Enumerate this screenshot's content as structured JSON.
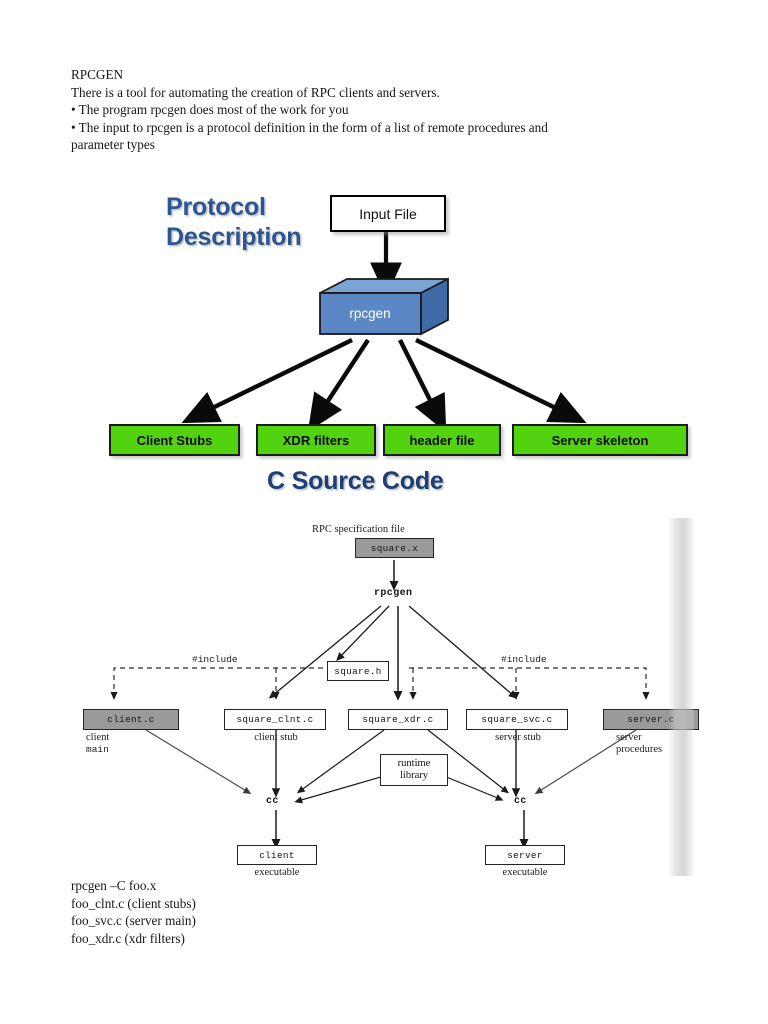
{
  "document": {
    "intro": {
      "heading": "RPCGEN",
      "lines": [
        "There is a tool for automating the creation of RPC clients and servers.",
        "• The program rpcgen does most of the work for you",
        "• The input to rpcgen is a protocol definition in the form of a list of remote procedures and",
        "parameter types"
      ]
    },
    "listing": {
      "lines": [
        "rpcgen –C foo.x",
        "foo_clnt.c (client stubs)",
        "foo_svc.c (server main)",
        "foo_xdr.c (xdr filters)"
      ]
    }
  },
  "diagram_one": {
    "title_left": "Protocol",
    "title_left_2": "Description",
    "title_bottom": "C Source Code",
    "input_file": "Input File",
    "processor": "rpcgen",
    "outputs": [
      "Client Stubs",
      "XDR filters",
      "header file",
      "Server skeleton"
    ],
    "colors": {
      "blue_text": "#2e5590",
      "navy_text": "#1f3f73",
      "green_box": "#53d310",
      "processor_front": "#5b88c4",
      "processor_top": "#7ba3d6",
      "processor_side": "#3f6ba6"
    }
  },
  "diagram_two": {
    "spec_caption": "RPC specification file",
    "spec_file": "square.x",
    "generator": "rpcgen",
    "include_left": "#include",
    "include_right": "#include",
    "header_file": "square.h",
    "nodes": [
      {
        "name": "client.c",
        "caption": "client\nmain",
        "shaded": true
      },
      {
        "name": "square_clnt.c",
        "caption": "client stub",
        "shaded": false
      },
      {
        "name": "square_xdr.c",
        "caption": "",
        "shaded": false
      },
      {
        "name": "square_svc.c",
        "caption": "server stub",
        "shaded": false
      },
      {
        "name": "server.c",
        "caption": "server\nprocedures",
        "shaded": true
      }
    ],
    "runtime_library_line1": "runtime",
    "runtime_library_line2": "library",
    "compiler_left": "cc",
    "compiler_right": "cc",
    "client_executable": "client",
    "client_executable_caption": "executable",
    "server_executable": "server",
    "server_executable_caption": "executable",
    "captions": {
      "client_main_1": "client",
      "client_main_2": "main",
      "client_stub": "client stub",
      "server_stub": "server stub",
      "server_proc_1": "server",
      "server_proc_2": "procedures"
    }
  }
}
